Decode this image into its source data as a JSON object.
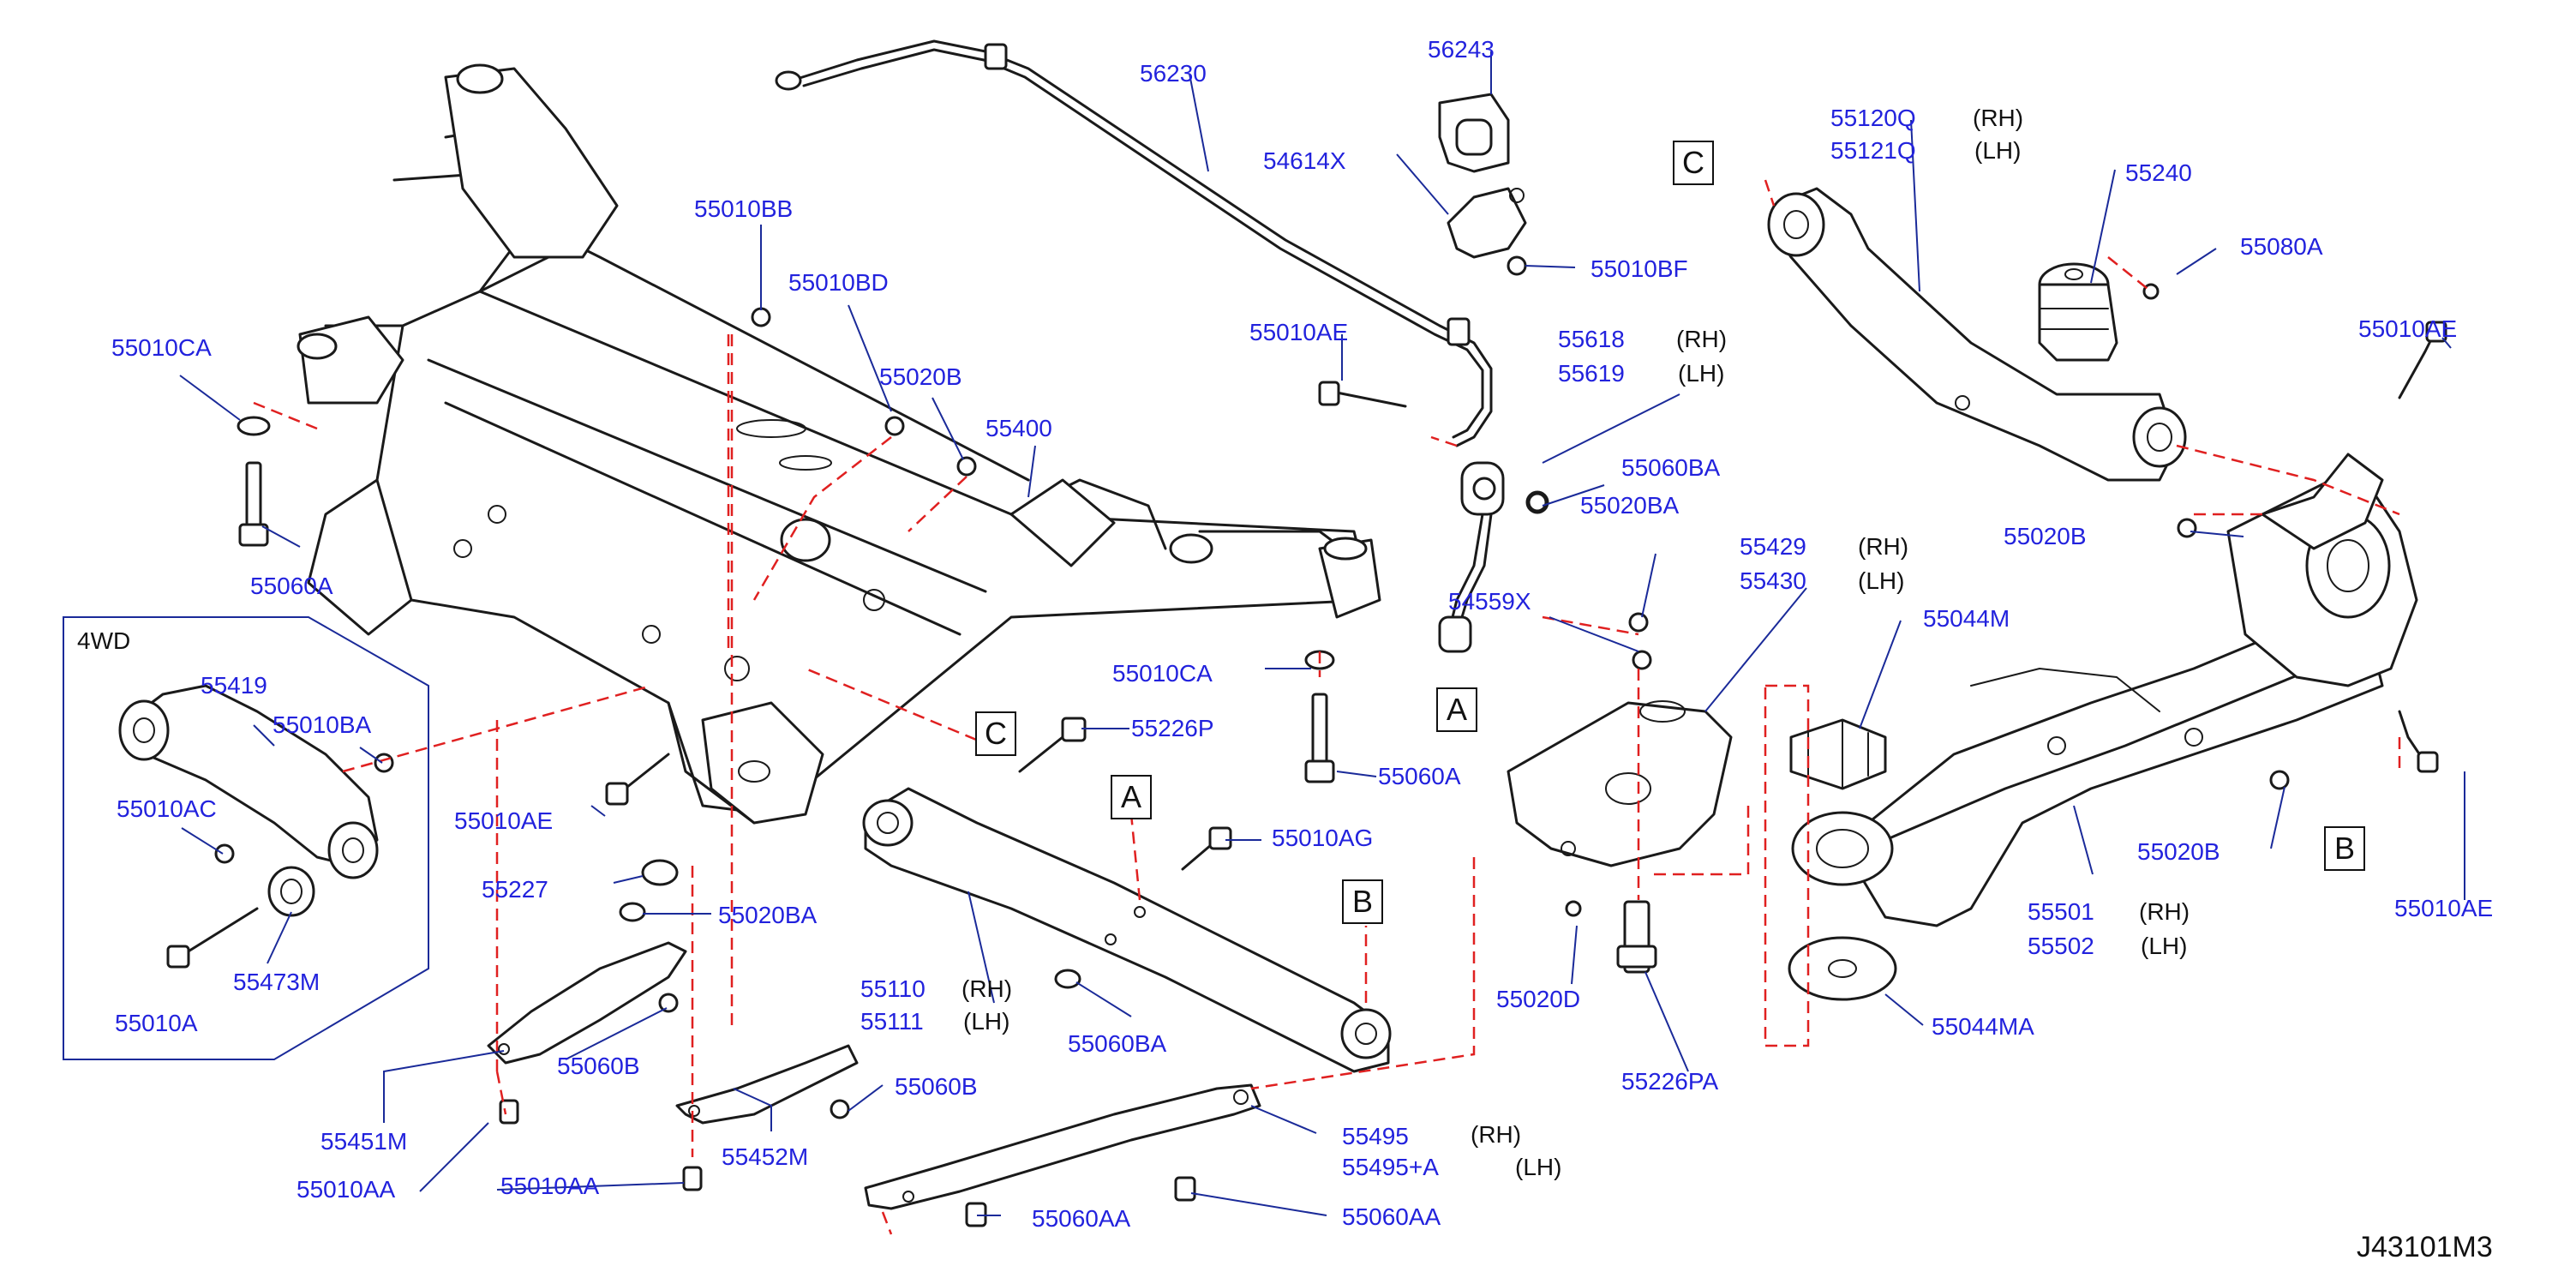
{
  "diagram_code": "J43101M3",
  "inset_title": "4WD",
  "ref_letters": [
    "A",
    "B",
    "C"
  ],
  "side": {
    "rh": "(RH)",
    "lh": "(LH)"
  },
  "parts": {
    "p56230": "56230",
    "p56243": "56243",
    "p54614X": "54614X",
    "p55010BF": "55010BF",
    "p55010AE_top": "55010AE",
    "p55618": "55618",
    "p55619": "55619",
    "p55060BA_top": "55060BA",
    "p55020BA_top": "55020BA",
    "p54559X": "54559X",
    "p55010BB": "55010BB",
    "p55010BD": "55010BD",
    "p55020B_top": "55020B",
    "p55400": "55400",
    "p55010CA": "55010CA",
    "p55060A_left": "55060A",
    "p55010CA_mid": "55010CA",
    "p55060A_mid": "55060A",
    "p55226P": "55226P",
    "p55010AE_left": "55010AE",
    "p55227": "55227",
    "p55020BA_mid": "55020BA",
    "p55010AG": "55010AG",
    "p55110": "55110",
    "p55111": "55111",
    "p55060BA_mid": "55060BA",
    "p55060B_left": "55060B",
    "p55060B_mid": "55060B",
    "p55451M": "55451M",
    "p55452M": "55452M",
    "p55010AA_a": "55010AA",
    "p55010AA_b": "55010AA",
    "p55495": "55495",
    "p55495A": "55495+A",
    "p55060AA_a": "55060AA",
    "p55060AA_b": "55060AA",
    "p55120Q": "55120Q",
    "p55121Q": "55121Q",
    "p55240": "55240",
    "p55080A": "55080A",
    "p55010AE_right": "55010AE",
    "p55020B_right_top": "55020B",
    "p55429": "55429",
    "p55430": "55430",
    "p55044M": "55044M",
    "p55020D": "55020D",
    "p55226PA": "55226PA",
    "p55044MA": "55044MA",
    "p55501": "55501",
    "p55502": "55502",
    "p55020B_right_mid": "55020B",
    "p55010AE_right_bottom": "55010AE",
    "p55419": "55419",
    "p55010BA": "55010BA",
    "p55010AC": "55010AC",
    "p55473M": "55473M",
    "p55010A": "55010A"
  },
  "colors": {
    "part_number": "#2222dd",
    "leader": "#1a2a99",
    "phantom": "#e02020",
    "line_art": "#1a1a1a"
  }
}
